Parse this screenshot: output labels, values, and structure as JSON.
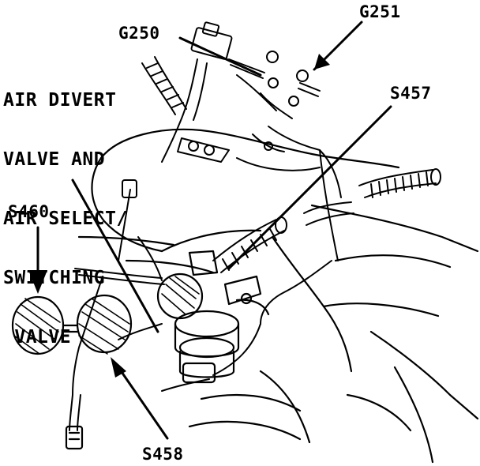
{
  "labels": {
    "g250": "G250",
    "g251": "G251",
    "s457": "S457",
    "s460": "S460",
    "s458": "S458",
    "air_divert": [
      "AIR DIVERT",
      "VALVE AND",
      "AIR SELECT/",
      "SWITCHING",
      " VALVE"
    ]
  },
  "colors": {
    "ink": "#000000",
    "paper": "#ffffff"
  }
}
